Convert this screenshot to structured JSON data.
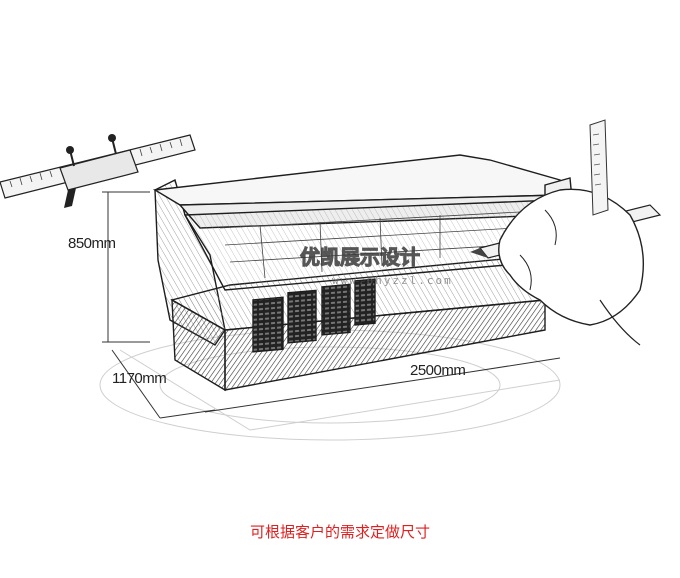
{
  "dimensions": {
    "height": "850mm",
    "depth": "1170mm",
    "width": "2500mm"
  },
  "watermark": {
    "text": "优凯展示设计",
    "url": "www.bhyzzl.com"
  },
  "caption": "可根据客户的需求定做尺寸",
  "colors": {
    "sketch": "#2a2a2a",
    "caption": "#e02020"
  }
}
